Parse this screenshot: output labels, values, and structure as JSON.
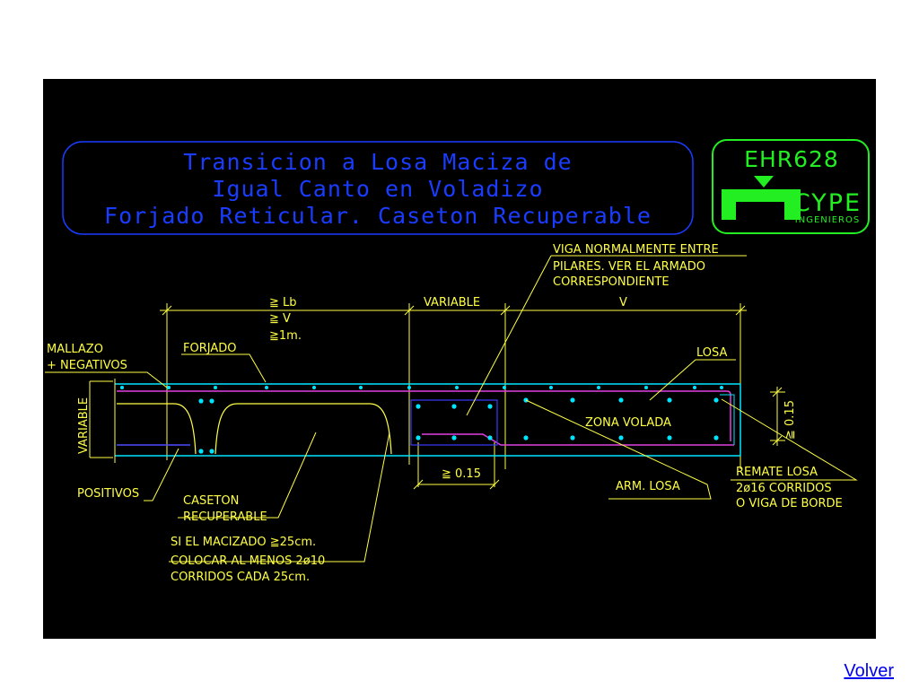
{
  "diagram": {
    "title": {
      "line1": "Transicion a Losa Maciza de",
      "line2": "Igual Canto en Voladizo",
      "line3": "Forjado Reticular. Caseton Recuperable"
    },
    "logo": {
      "code": "EHR628",
      "brand": "CYPE",
      "sub": "INGENIEROS"
    },
    "dimensions": {
      "lb": "≧ Lb",
      "v_small": "≧ V",
      "one_m": "≧1m.",
      "variable_top": "VARIABLE",
      "v_top": "V",
      "variable_left": "VARIABLE",
      "min_bottom": "≧ 0.15",
      "min_right": "≧ 0.15"
    },
    "labels": {
      "viga": [
        "VIGA NORMALMENTE ENTRE",
        "PILARES. VER EL ARMADO",
        "CORRESPONDIENTE"
      ],
      "mallazo": [
        "MALLAZO",
        "+ NEGATIVOS"
      ],
      "forjado": "FORJADO",
      "losa": "LOSA",
      "zona_volada": "ZONA VOLADA",
      "positivos": "POSITIVOS",
      "caseton": [
        "CASETON",
        "RECUPERABLE"
      ],
      "arm_losa": "ARM. LOSA",
      "remate": [
        "REMATE LOSA",
        "2ø16 CORRIDOS",
        "O VIGA DE BORDE"
      ],
      "macizado": [
        "SI EL MACIZADO ≧25cm.",
        "COLOCAR AL MENOS 2ø10",
        "CORRIDOS CADA 25cm."
      ]
    }
  },
  "nav": {
    "volver": "Volver"
  },
  "colors": {
    "background": "#000000",
    "title_blue": "#1a3cff",
    "logo_green": "#22ee22",
    "annotation_yellow": "#ffff44",
    "rebar_cyan": "#00e5ff",
    "slab_magenta": "#e040e0",
    "link_blue": "#0000ee"
  }
}
